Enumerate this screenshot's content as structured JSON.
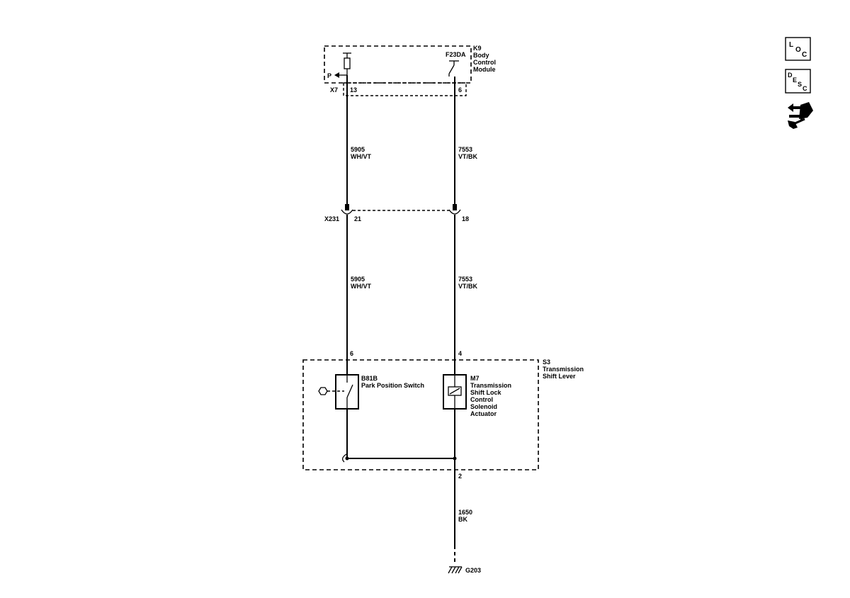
{
  "module": {
    "ref": "K9",
    "name_lines": [
      "Body",
      "Control",
      "Module"
    ],
    "output_label": "F23DA",
    "p_label": "P",
    "connector": "X7",
    "pin_left": "13",
    "pin_right": "6"
  },
  "wires_upper": {
    "left": {
      "circuit": "5905",
      "color": "WH/VT"
    },
    "right": {
      "circuit": "7553",
      "color": "VT/BK"
    }
  },
  "inline_connector": {
    "ref": "X231",
    "pin_left": "21",
    "pin_right": "18"
  },
  "wires_lower": {
    "left": {
      "circuit": "5905",
      "color": "WH/VT"
    },
    "right": {
      "circuit": "7553",
      "color": "VT/BK"
    }
  },
  "lever": {
    "ref": "S3",
    "name_lines": [
      "Transmission",
      "Shift Lever"
    ],
    "pin_left": "6",
    "pin_right": "4",
    "pin_bottom": "2"
  },
  "switch": {
    "ref": "B81B",
    "name": "Park Position Switch"
  },
  "solenoid": {
    "ref": "M7",
    "name_lines": [
      "Transmission",
      "Shift Lock",
      "Control",
      "Solenoid",
      "Actuator"
    ]
  },
  "ground_wire": {
    "circuit": "1650",
    "color": "BK"
  },
  "ground": {
    "ref": "G203"
  },
  "side_icons": [
    {
      "name": "location-icon",
      "letters": [
        "L",
        "O",
        "C"
      ]
    },
    {
      "name": "description-icon",
      "letters": [
        "D",
        "E",
        "S",
        "C"
      ]
    },
    {
      "name": "diagnostic-tools-icon"
    }
  ]
}
